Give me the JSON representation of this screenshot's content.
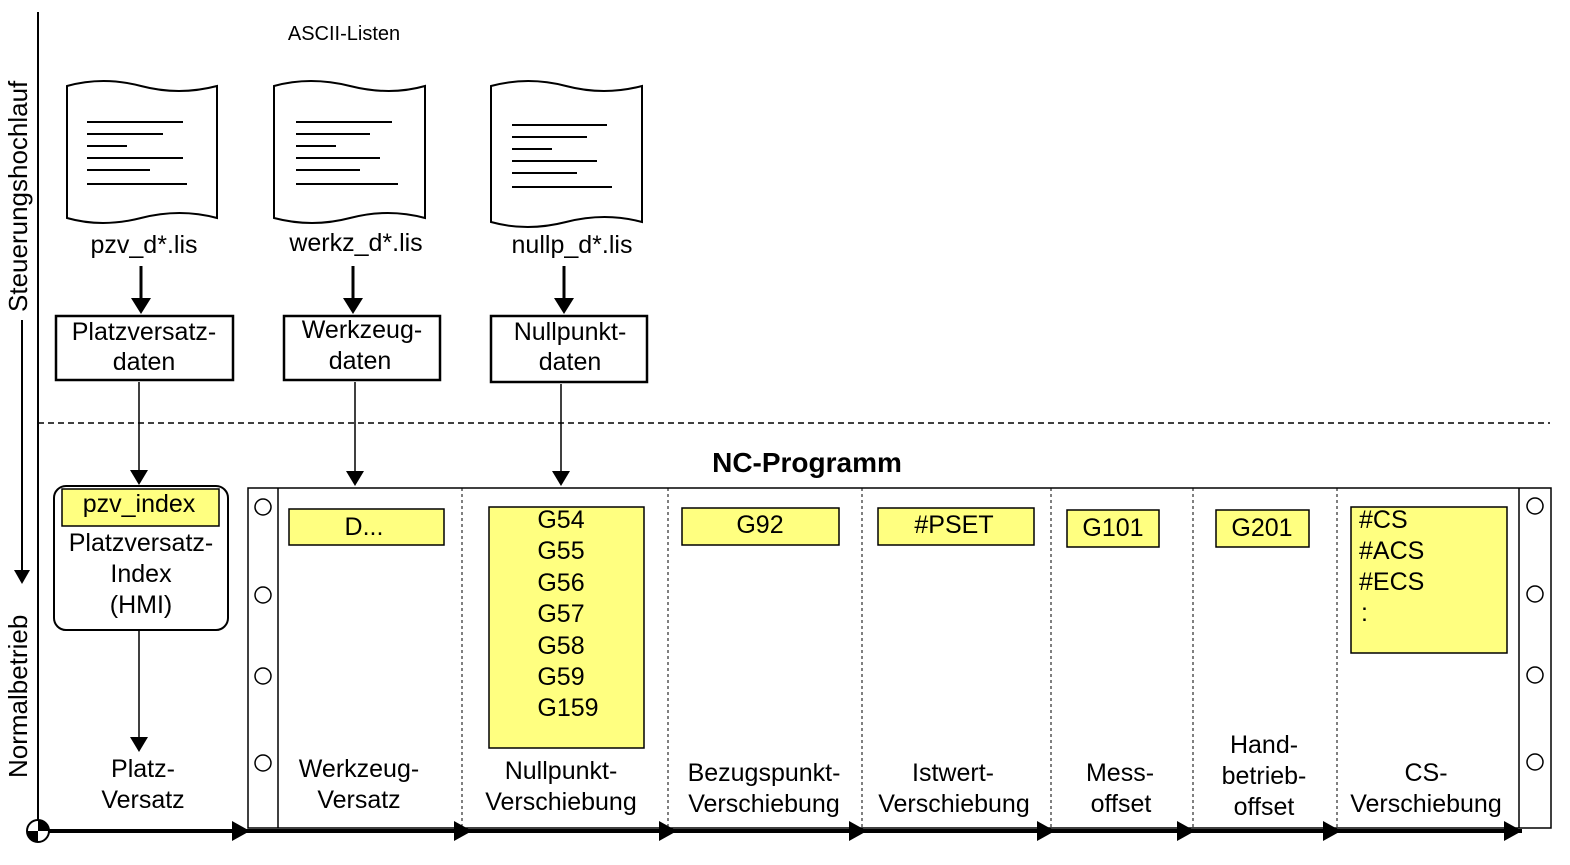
{
  "side_labels": {
    "startup": "Steuerungshochlauf",
    "normal": "Normalbetrieb"
  },
  "ascii_header": "ASCII-Listen",
  "files": [
    {
      "name": "pzv_d*.lis",
      "box": [
        "Platzversatz-",
        "daten"
      ]
    },
    {
      "name": "werkz_d*.lis",
      "box": [
        "Werkzeug-",
        "daten"
      ]
    },
    {
      "name": "nullp_d*.lis",
      "box": [
        "Nullpunkt-",
        "daten"
      ]
    }
  ],
  "hmi_box": {
    "tag": "pzv_index",
    "lines": [
      "Platzversatz-",
      "Index",
      "(HMI)"
    ]
  },
  "platz_versatz": [
    "Platz-",
    "Versatz"
  ],
  "nc_title": "NC-Programm",
  "columns": [
    {
      "code": [
        "D..."
      ],
      "label": [
        "Werkzeug-",
        "Versatz"
      ]
    },
    {
      "code": [
        "G54",
        "G55",
        "G56",
        "G57",
        "G58",
        "G59",
        "G159"
      ],
      "label": [
        "Nullpunkt-",
        "Verschiebung"
      ]
    },
    {
      "code": [
        "G92"
      ],
      "label": [
        "Bezugspunkt-",
        "Verschiebung"
      ]
    },
    {
      "code": [
        "#PSET"
      ],
      "label": [
        "Istwert-",
        "Verschiebung"
      ]
    },
    {
      "code": [
        "G101"
      ],
      "label": [
        "Mess-",
        "offset"
      ]
    },
    {
      "code": [
        "G201"
      ],
      "label": [
        "Hand-",
        "betrieb-",
        "offset"
      ]
    },
    {
      "code": [
        "#CS",
        "#ACS",
        "#ECS",
        ":"
      ],
      "label": [
        "CS-",
        "Verschiebung"
      ]
    }
  ],
  "colors": {
    "highlight": "#ffff80",
    "line": "#000000",
    "background": "#ffffff"
  }
}
